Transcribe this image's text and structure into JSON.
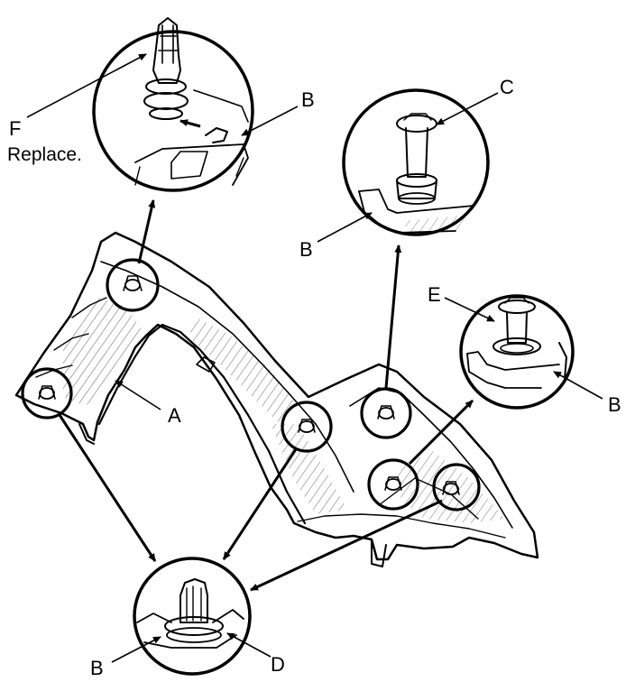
{
  "callouts": {
    "a": "A",
    "b_top": "B",
    "b_mid": "B",
    "b_right": "B",
    "b_bottom": "B",
    "c": "C",
    "d": "D",
    "e": "E",
    "f": "F",
    "f_note": "Replace."
  },
  "colors": {
    "ink": "#000000",
    "paper": "#ffffff",
    "shade": "#9a9a9a"
  }
}
